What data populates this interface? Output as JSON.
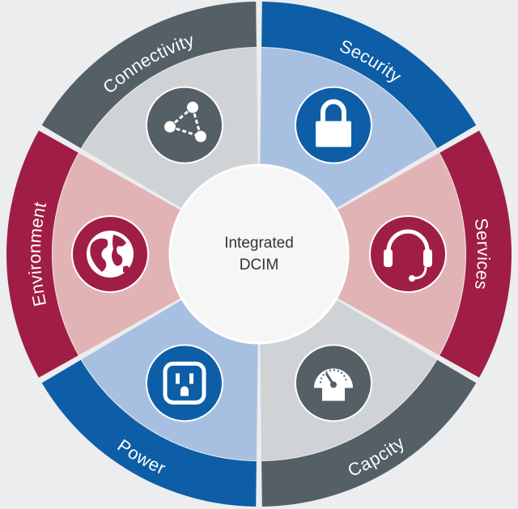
{
  "center": {
    "line1": "Integrated",
    "line2": "DCIM"
  },
  "segments": [
    {
      "key": "security",
      "label": "Security",
      "icon": "lock-icon",
      "outer_color": "#0d5ea6",
      "inner_color": "#a7c0e2",
      "icon_color": "#0d5ea6"
    },
    {
      "key": "services",
      "label": "Services",
      "icon": "headset-icon",
      "outer_color": "#a01e45",
      "inner_color": "#e2b3b5",
      "icon_color": "#a01e45"
    },
    {
      "key": "capacity",
      "label": "Capcity",
      "icon": "gauge-icon",
      "outer_color": "#555f66",
      "inner_color": "#cfd3d6",
      "icon_color": "#555f66"
    },
    {
      "key": "power",
      "label": "Power",
      "icon": "outlet-icon",
      "outer_color": "#0d5ea6",
      "inner_color": "#a7c0e2",
      "icon_color": "#0d5ea6"
    },
    {
      "key": "environment",
      "label": "Environment",
      "icon": "globe-icon",
      "outer_color": "#a01e45",
      "inner_color": "#e2b3b5",
      "icon_color": "#a01e45"
    },
    {
      "key": "connectivity",
      "label": "Connectivity",
      "icon": "network-icon",
      "outer_color": "#555f66",
      "inner_color": "#cfd3d6",
      "icon_color": "#555f66"
    }
  ]
}
